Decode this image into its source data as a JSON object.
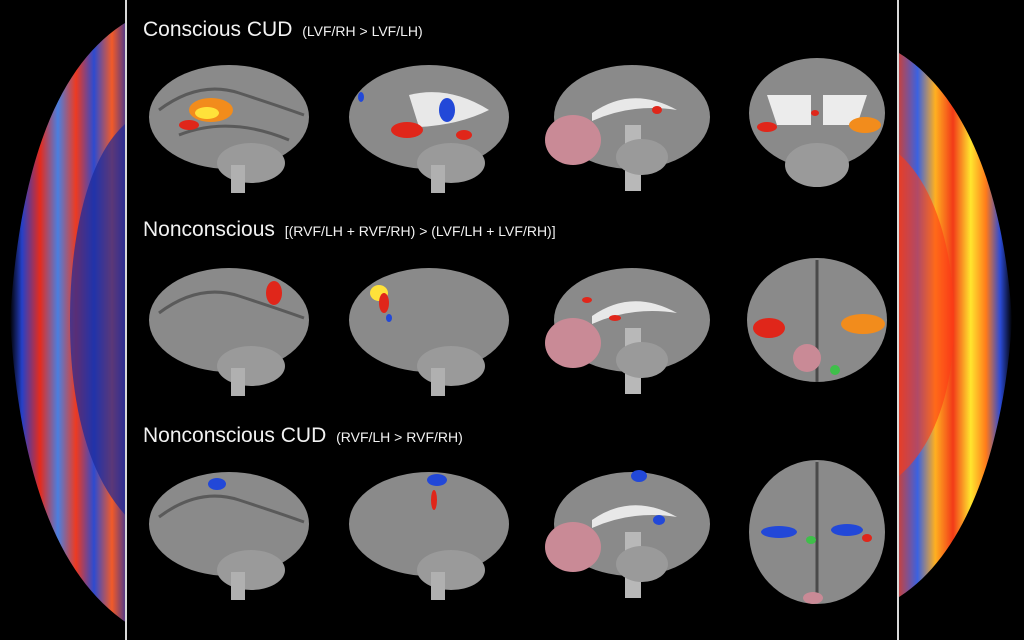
{
  "rows": [
    {
      "title": "Conscious CUD",
      "subtitle": "(LVF/RH > LVF/LH)"
    },
    {
      "title": "Nonconscious",
      "subtitle": "[(RVF/LH + RVF/RH) > (LVF/LH + LVF/RH)]"
    },
    {
      "title": "Nonconscious CUD",
      "subtitle": "(RVF/LH > RVF/RH)"
    }
  ],
  "colors": {
    "activation_red": "#e0261a",
    "activation_orange": "#f28c1c",
    "activation_yellow": "#ffe23a",
    "activation_blue": "#2248d8",
    "activation_green": "#3fbf4a",
    "cerebellum_pink": "#c98a96",
    "cortex_gray": "#8a8a8a"
  }
}
